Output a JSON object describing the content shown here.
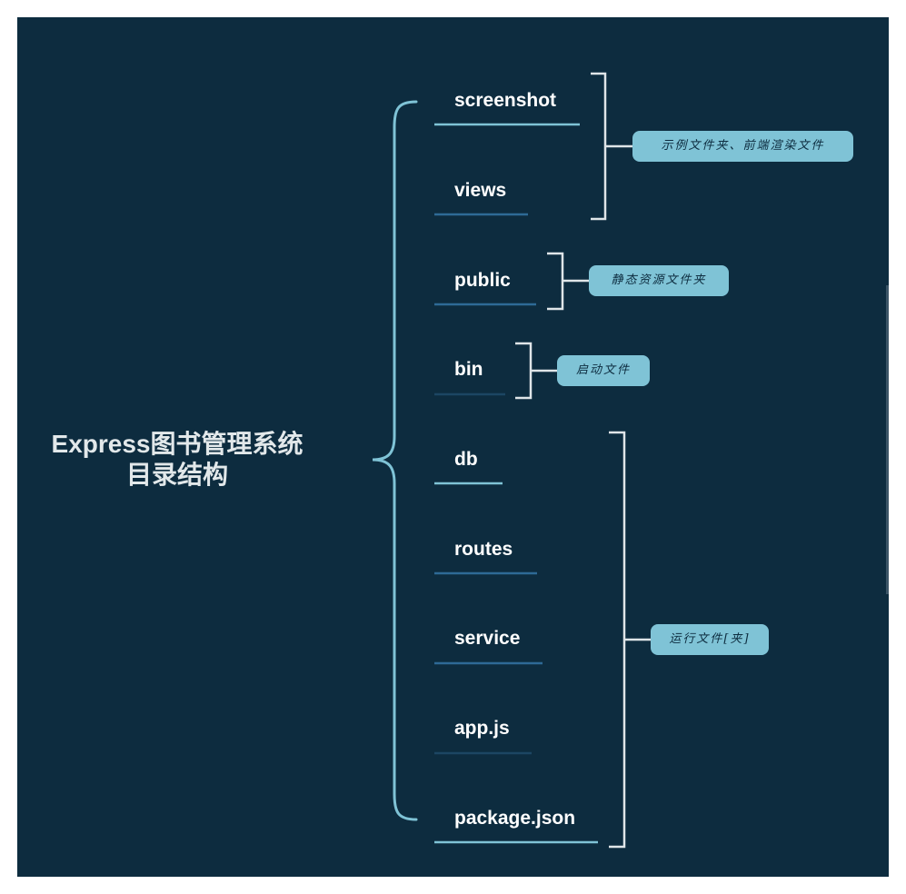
{
  "diagram": {
    "root": {
      "title_line1": "Express图书管理系统",
      "title_line2": "目录结构"
    },
    "nodes": [
      {
        "label": "screenshot"
      },
      {
        "label": "views"
      },
      {
        "label": "public"
      },
      {
        "label": "bin"
      },
      {
        "label": "db"
      },
      {
        "label": "routes"
      },
      {
        "label": "service"
      },
      {
        "label": "app.js"
      },
      {
        "label": "package.json"
      }
    ],
    "notes": [
      {
        "text": "示例文件夹、前端渲染文件"
      },
      {
        "text": "静态资源文件夹"
      },
      {
        "text": "启动文件"
      },
      {
        "text": "运行文件[夹]"
      }
    ]
  },
  "colors": {
    "background": "#0d2c3f",
    "main_brace": "#7fc3d6",
    "note_fill": "#7fc3d6",
    "group_bracket": "#dfe5e8",
    "underline_light": "#7fc3d6",
    "underline_mid": "#2e6a96",
    "underline_dark": "#1c4663"
  }
}
